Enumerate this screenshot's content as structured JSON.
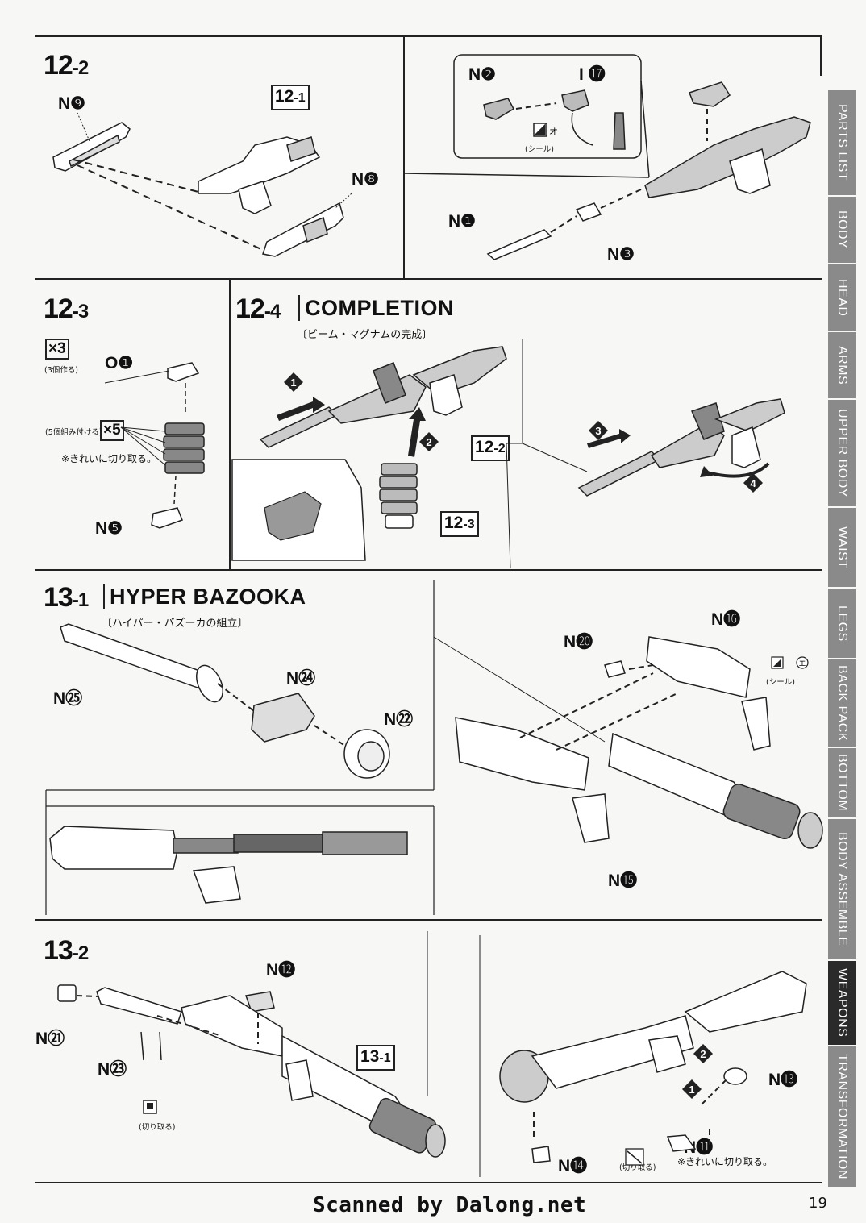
{
  "steps": {
    "s12_2": {
      "num": "12",
      "sub": "-2"
    },
    "s12_3": {
      "num": "12",
      "sub": "-3",
      "mult3": "×3",
      "mult3_note": "(3個作る)",
      "mult5": "×5",
      "mult5_note": "(5個組み付ける)",
      "cut_note": "※きれいに切り取る。"
    },
    "s12_4": {
      "num": "12",
      "sub": "-4",
      "title": "COMPLETION",
      "jp": "〔ビーム・マグナムの完成〕"
    },
    "s13_1": {
      "num": "13",
      "sub": "-1",
      "title": "HYPER BAZOOKA",
      "jp": "〔ハイパー・バズーカの組立〕",
      "seal_label": "(シール)"
    },
    "s13_2": {
      "num": "13",
      "sub": "-2",
      "cut_label": "(切り取る)",
      "cut_label2": "(切り取る)",
      "cut_note": "※きれいに切り取る。"
    }
  },
  "inset": {
    "seal_label": "(シール)"
  },
  "parts": {
    "n9": "N❾",
    "n8": "N❽",
    "n2": "N❷",
    "i17": "I ⓱",
    "n1": "N❶",
    "n3": "N❸",
    "o1": "O❶",
    "n5": "N❺",
    "n20": "N⓴",
    "n16": "N⓰",
    "n25": "N㉕",
    "n24": "N㉔",
    "n22": "N㉒",
    "n15": "N⓯",
    "n12": "N⓬",
    "n21": "N㉑",
    "n23": "N㉓",
    "n13": "N⓭",
    "n14": "N⓮",
    "n11": "N⓫"
  },
  "tags": {
    "t12_1": {
      "num": "12",
      "sub": "-1"
    },
    "t12_2": {
      "num": "12",
      "sub": "-2"
    },
    "t12_3": {
      "num": "12",
      "sub": "-3"
    },
    "t13_1": {
      "num": "13",
      "sub": "-1"
    }
  },
  "badges": {
    "b1": "1",
    "b2": "2",
    "b3": "3",
    "b4": "4",
    "c1": "1",
    "c2": "2"
  },
  "seal_marks": {
    "o": "オ",
    "e": "エ"
  },
  "sidebar": {
    "tabs": [
      "PARTS LIST",
      "BODY",
      "HEAD",
      "ARMS",
      "UPPER BODY",
      "WAIST",
      "LEGS",
      "BACK PACK",
      "BOTTOM",
      "BODY ASSEMBLE",
      "WEAPONS",
      "TRANSFORMATION"
    ],
    "active": "WEAPONS"
  },
  "footer": {
    "credit": "Scanned by Dalong.net",
    "page": "19"
  }
}
